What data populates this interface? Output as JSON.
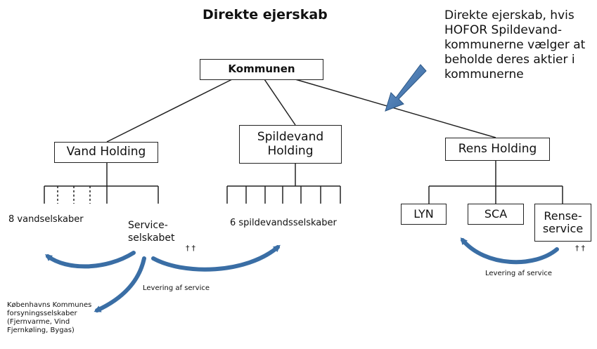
{
  "title": "Direkte ejerskab",
  "note": "Direkte ejerskab, hvis HOFOR Spildevand-kommunerne vælger at beholde deres aktier i kommunerne",
  "boxes": {
    "kommunen": "Kommunen",
    "vand_holding": "Vand Holding",
    "spildevand_holding": "Spildevand Holding",
    "rens_holding": "Rens Holding",
    "lyn": "LYN",
    "sca": "SCA",
    "renseservice": "Rense-service"
  },
  "labels": {
    "vandselskaber": "8 vandselskaber",
    "serviceselskabet": "Service-selskabet",
    "spildevandsselskaber": "6 spildevandsselskaber",
    "levering_left": "Levering af service",
    "levering_right": "Levering af service",
    "kk_forsyning": "Københavns Kommunes forsyningsselskaber (Fjernvarme, Vind Fjernkøling, Bygas)",
    "persons_left": "††",
    "persons_right": "††"
  },
  "colors": {
    "arrow_blue": "#3a6ea5",
    "line": "#222222"
  }
}
